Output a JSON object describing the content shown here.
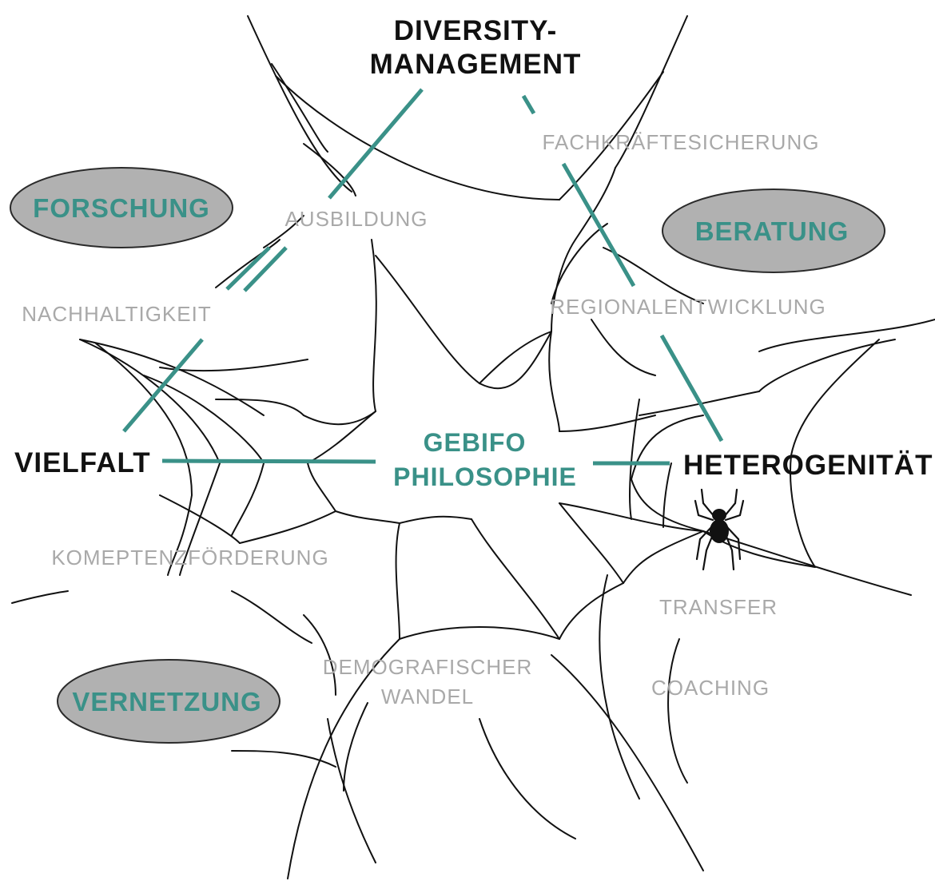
{
  "center": {
    "line1": "GEBIFO",
    "line2": "PHILOSOPHIE"
  },
  "key_terms": {
    "diversity_line1": "DIVERSITY-",
    "diversity_line2": "MANAGEMENT",
    "vielfalt": "VIELFALT",
    "heterogenitaet": "HETEROGENITÄT"
  },
  "topics": {
    "fachkraefte": "FACHKRÄFTESICHERUNG",
    "ausbildung": "AUSBILDUNG",
    "regional": "REGIONALENTWICKLUNG",
    "nachhaltigkeit": "NACHHALTIGKEIT",
    "kompetenz": "KOMEPTENZFÖRDERUNG",
    "transfer": "TRANSFER",
    "demografisch_line1": "DEMOGRAFISCHER",
    "demografisch_line2": "WANDEL",
    "coaching": "COACHING"
  },
  "pillars": {
    "forschung": "FORSCHUNG",
    "beratung": "BERATUNG",
    "vernetzung": "VERNETZUNG"
  },
  "colors": {
    "accent_teal": "#3a9188",
    "topic_gray": "#a9a9a9",
    "oval_fill": "#b1b1b1",
    "web_black": "#111111"
  },
  "icons": {
    "spider": "spider-icon"
  }
}
